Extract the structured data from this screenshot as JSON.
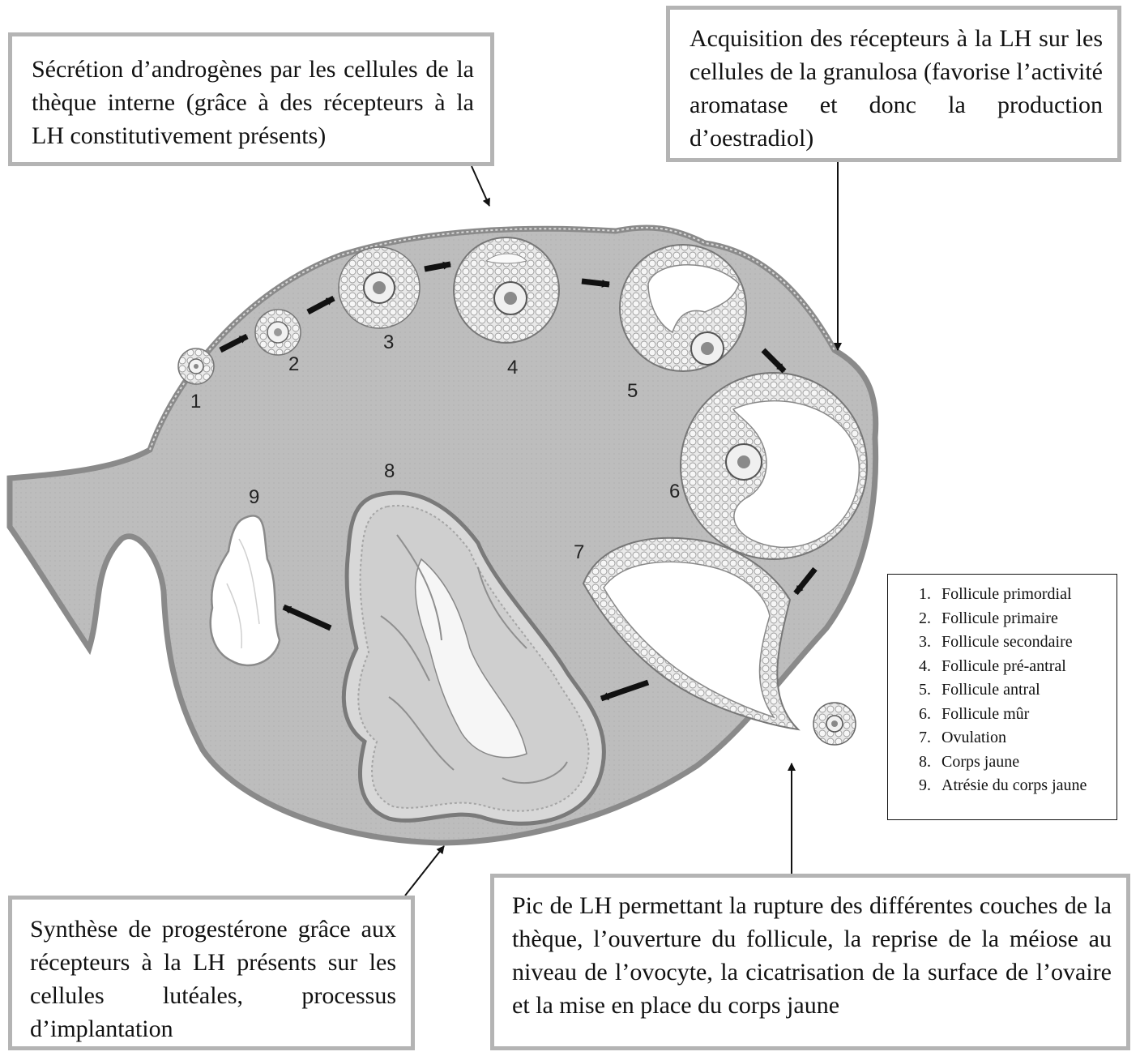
{
  "callouts": {
    "androgen_text": "Sécrétion d’androgènes par les cellules de la thèque interne (grâce à des récepteurs à la LH constitutivement présents)",
    "receptors_text": "Acquisition des récepteurs à la LH sur les cellules de la granulosa (favorise l’activité aromatase et donc la production d’oestradiol)",
    "progesterone_text": "Synthèse de progestérone grâce aux récepteurs à la LH présents sur les cellules lutéales, processus d’implantation",
    "lhpeak_text": "Pic de LH permettant la rupture des différentes couches de la thèque, l’ouverture du follicule, la reprise de la méiose au niveau de l’ovocyte, la cicatrisation de la surface de l’ovaire  et la mise en place du corps jaune"
  },
  "legend": [
    "Follicule primordial",
    "Follicule primaire",
    "Follicule secondaire",
    "Follicule pré-antral",
    "Follicule antral",
    "Follicule mûr",
    "Ovulation",
    "Corps jaune",
    "Atrésie du corps jaune"
  ],
  "stage_numbers": [
    "1",
    "2",
    "3",
    "4",
    "5",
    "6",
    "7",
    "8",
    "9"
  ],
  "colors": {
    "ovary_fill": "#b9b9b9",
    "ovary_edge": "#8a8a8a",
    "callout_border": "#b4b4b4",
    "arrow": "#111111"
  }
}
